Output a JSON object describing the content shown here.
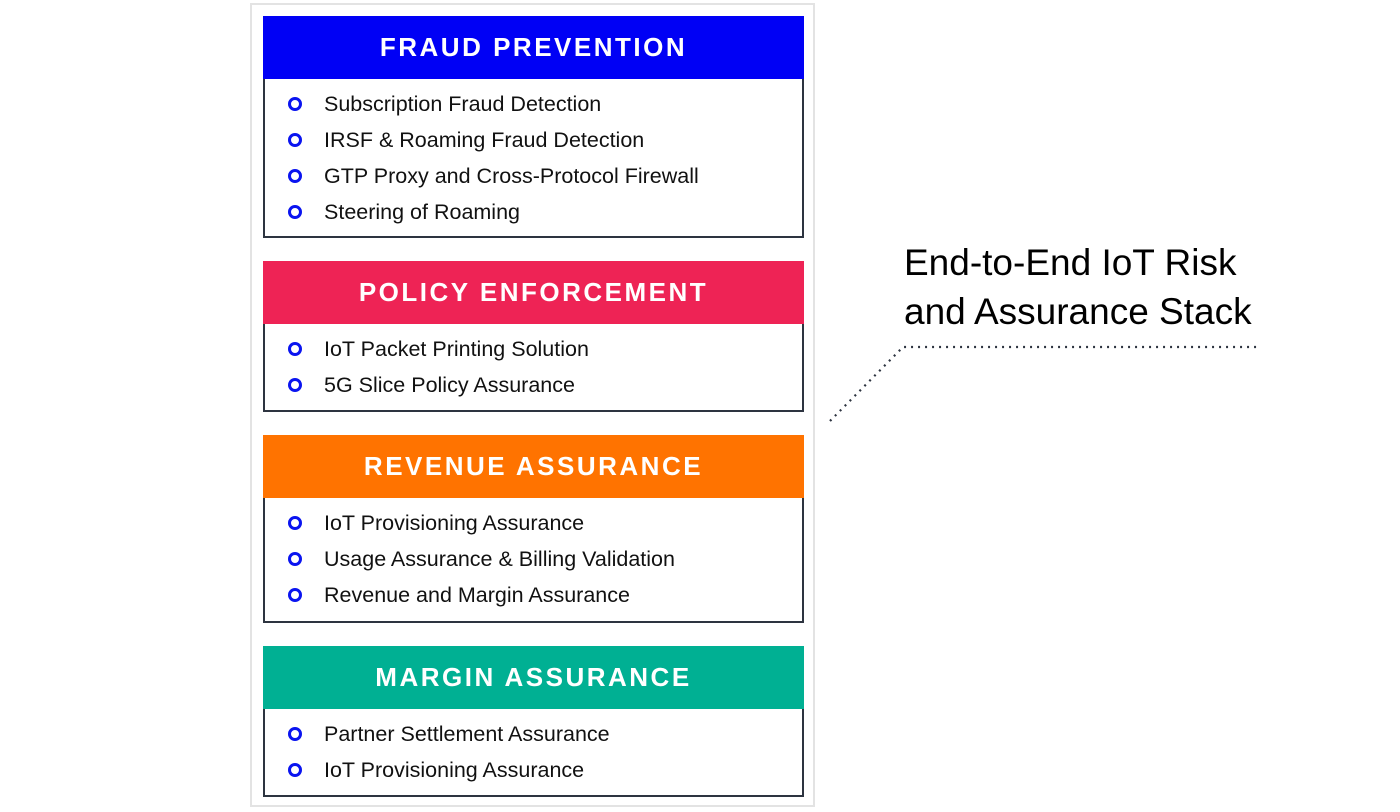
{
  "title": "End-to-End IoT Risk and Assurance Stack",
  "title_lines": [
    "End-to-End IoT Risk",
    "and Assurance Stack"
  ],
  "sections": [
    {
      "heading": "FRAUD PREVENTION",
      "color": "#0000f5",
      "items": [
        "Subscription Fraud Detection",
        "IRSF & Roaming Fraud Detection",
        "GTP Proxy and Cross-Protocol Firewall",
        "Steering of Roaming"
      ]
    },
    {
      "heading": "POLICY ENFORCEMENT",
      "color": "#ee2355",
      "items": [
        "IoT Packet Printing Solution",
        "5G Slice Policy Assurance"
      ]
    },
    {
      "heading": "REVENUE ASSURANCE",
      "color": "#ff7300",
      "items": [
        "IoT Provisioning Assurance",
        "Usage Assurance & Billing Validation",
        "Revenue and Margin Assurance"
      ]
    },
    {
      "heading": "MARGIN ASSURANCE",
      "color": "#00b093",
      "items": [
        "Partner Settlement Assurance",
        "IoT Provisioning Assurance"
      ]
    }
  ]
}
